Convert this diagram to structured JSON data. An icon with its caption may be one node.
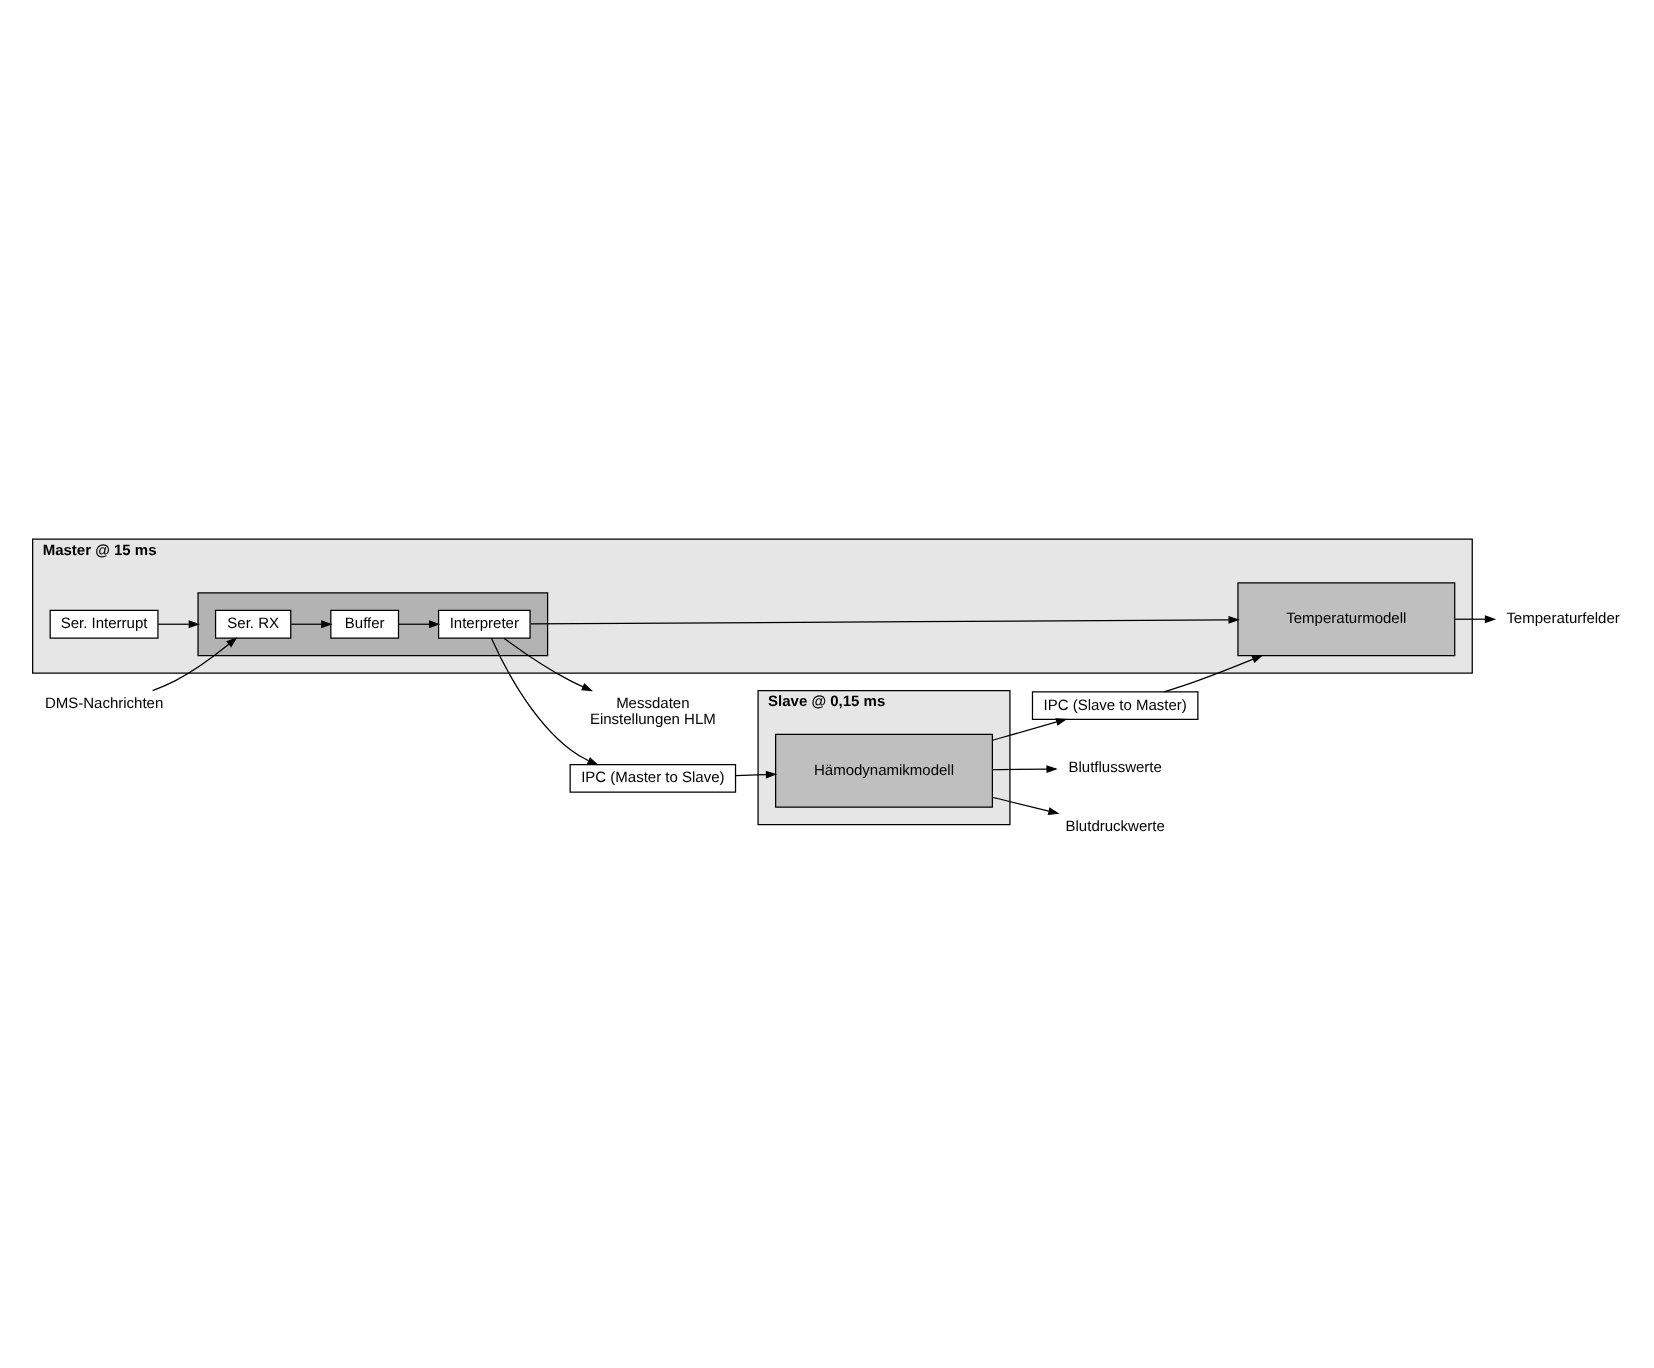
{
  "diagram": {
    "nodes": [
      {
        "text": [
          "Master @ 15 ms"
        ]
      },
      {
        "text": [
          "Ser. Interrupt"
        ],
        "in": 0
      },
      {
        "text": [],
        "shape": "box",
        "in": 0
      },
      {
        "text": [
          "Ser. RX"
        ],
        "in": 2
      },
      {
        "text": [
          "Buffer"
        ],
        "in": 2
      },
      {
        "text": [
          "Interpreter"
        ],
        "in": 2
      },
      {
        "text": [
          "Temperaturmodell"
        ],
        "in": 0
      },
      {
        "text": [
          "DMS-Nachrichten"
        ]
      },
      {
        "text": [
          "Messdaten",
          "Einstellungen HLM"
        ]
      },
      {
        "text": [
          "Temperaturfelder"
        ]
      },
      {
        "text": [
          "IPC (Master to Slave)"
        ]
      },
      {
        "text": [
          "IPC (Slave to Master)"
        ]
      },
      {
        "text": [
          "Slave @ 0,15 ms"
        ]
      },
      {
        "text": [
          "Hämodynamikmodell"
        ],
        "in": 12
      },
      {
        "text": [
          "Blutflusswerte"
        ]
      },
      {
        "text": [
          "Blutdruckwerte"
        ]
      }
    ],
    "edges": [
      {
        "from": 1,
        "to": 2,
        "arrow": "to"
      },
      {
        "from": 7,
        "to": 3,
        "arrow": "to"
      },
      {
        "from": 3,
        "to": 4,
        "arrow": "to"
      },
      {
        "from": 4,
        "to": 5,
        "arrow": "to"
      },
      {
        "from": 5,
        "to": 8,
        "arrow": "to"
      },
      {
        "from": 5,
        "to": 6,
        "arrow": "to"
      },
      {
        "from": 5,
        "to": 10,
        "arrow": "to"
      },
      {
        "from": 10,
        "to": 13,
        "arrow": "to"
      },
      {
        "from": 13,
        "to": 14,
        "arrow": "to"
      },
      {
        "from": 13,
        "to": 15,
        "arrow": "to"
      },
      {
        "from": 13,
        "to": 11,
        "arrow": "to"
      },
      {
        "from": 11,
        "to": 6,
        "arrow": "to"
      },
      {
        "from": 6,
        "to": 9,
        "arrow": "to"
      }
    ]
  }
}
